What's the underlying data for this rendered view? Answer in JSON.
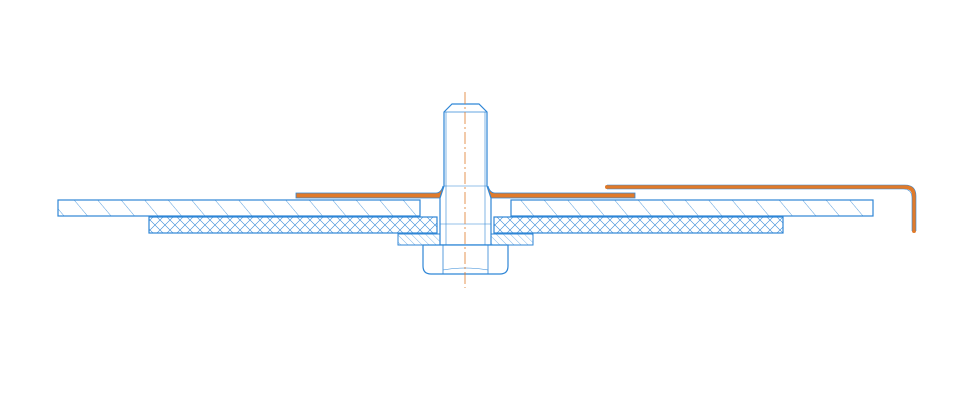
{
  "drawing": {
    "type": "technical-cross-section",
    "subject": "bolted-joint",
    "colors": {
      "background": "#ffffff",
      "outline": "#2f86d6",
      "hatch": "#2f86d6",
      "highlight": "#e07a2a",
      "centerline": "#e07a2a"
    },
    "components": [
      {
        "name": "bolt-shank",
        "hatch": "none"
      },
      {
        "name": "hex-nut",
        "hatch": "none"
      },
      {
        "name": "upper-plate",
        "hatch": "diagonal"
      },
      {
        "name": "lower-plate",
        "hatch": "crosshatch"
      },
      {
        "name": "washer",
        "hatch": "diagonal"
      },
      {
        "name": "orange-strip",
        "hatch": "none"
      },
      {
        "name": "orange-bent-bracket",
        "hatch": "none"
      }
    ]
  }
}
